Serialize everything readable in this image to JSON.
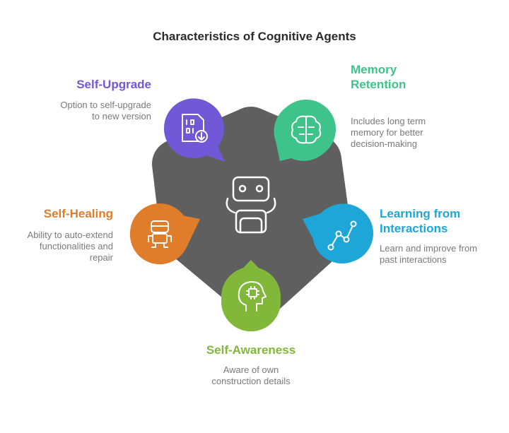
{
  "title": "Characteristics of Cognitive Agents",
  "colors": {
    "center": "#5f5f5f",
    "self_upgrade": "#7058d6",
    "memory_retention": "#3ec48a",
    "learning": "#1fa6d8",
    "self_awareness": "#82b83a",
    "self_healing": "#e07d2a"
  },
  "items": {
    "self_upgrade": {
      "icon": "binary-file-download-icon",
      "title": "Self-Upgrade",
      "desc": [
        "Option to self-upgrade",
        "to new version"
      ]
    },
    "memory_retention": {
      "icon": "brain-icon",
      "title": [
        "Memory",
        "Retention"
      ],
      "desc": [
        "Includes long term",
        "memory for better",
        "decision-making"
      ]
    },
    "learning": {
      "icon": "trend-line-icon",
      "title": [
        "Learning from",
        "Interactions"
      ],
      "desc": [
        "Learn and improve from",
        "past interactions"
      ]
    },
    "self_awareness": {
      "icon": "head-chip-icon",
      "title": "Self-Awareness",
      "desc": [
        "Aware of own",
        "construction details"
      ]
    },
    "self_healing": {
      "icon": "robot-icon",
      "title": "Self-Healing",
      "desc": [
        "Ability to auto-extend",
        "functionalities and",
        "repair"
      ]
    }
  },
  "center_icon": "robot-head-icon"
}
